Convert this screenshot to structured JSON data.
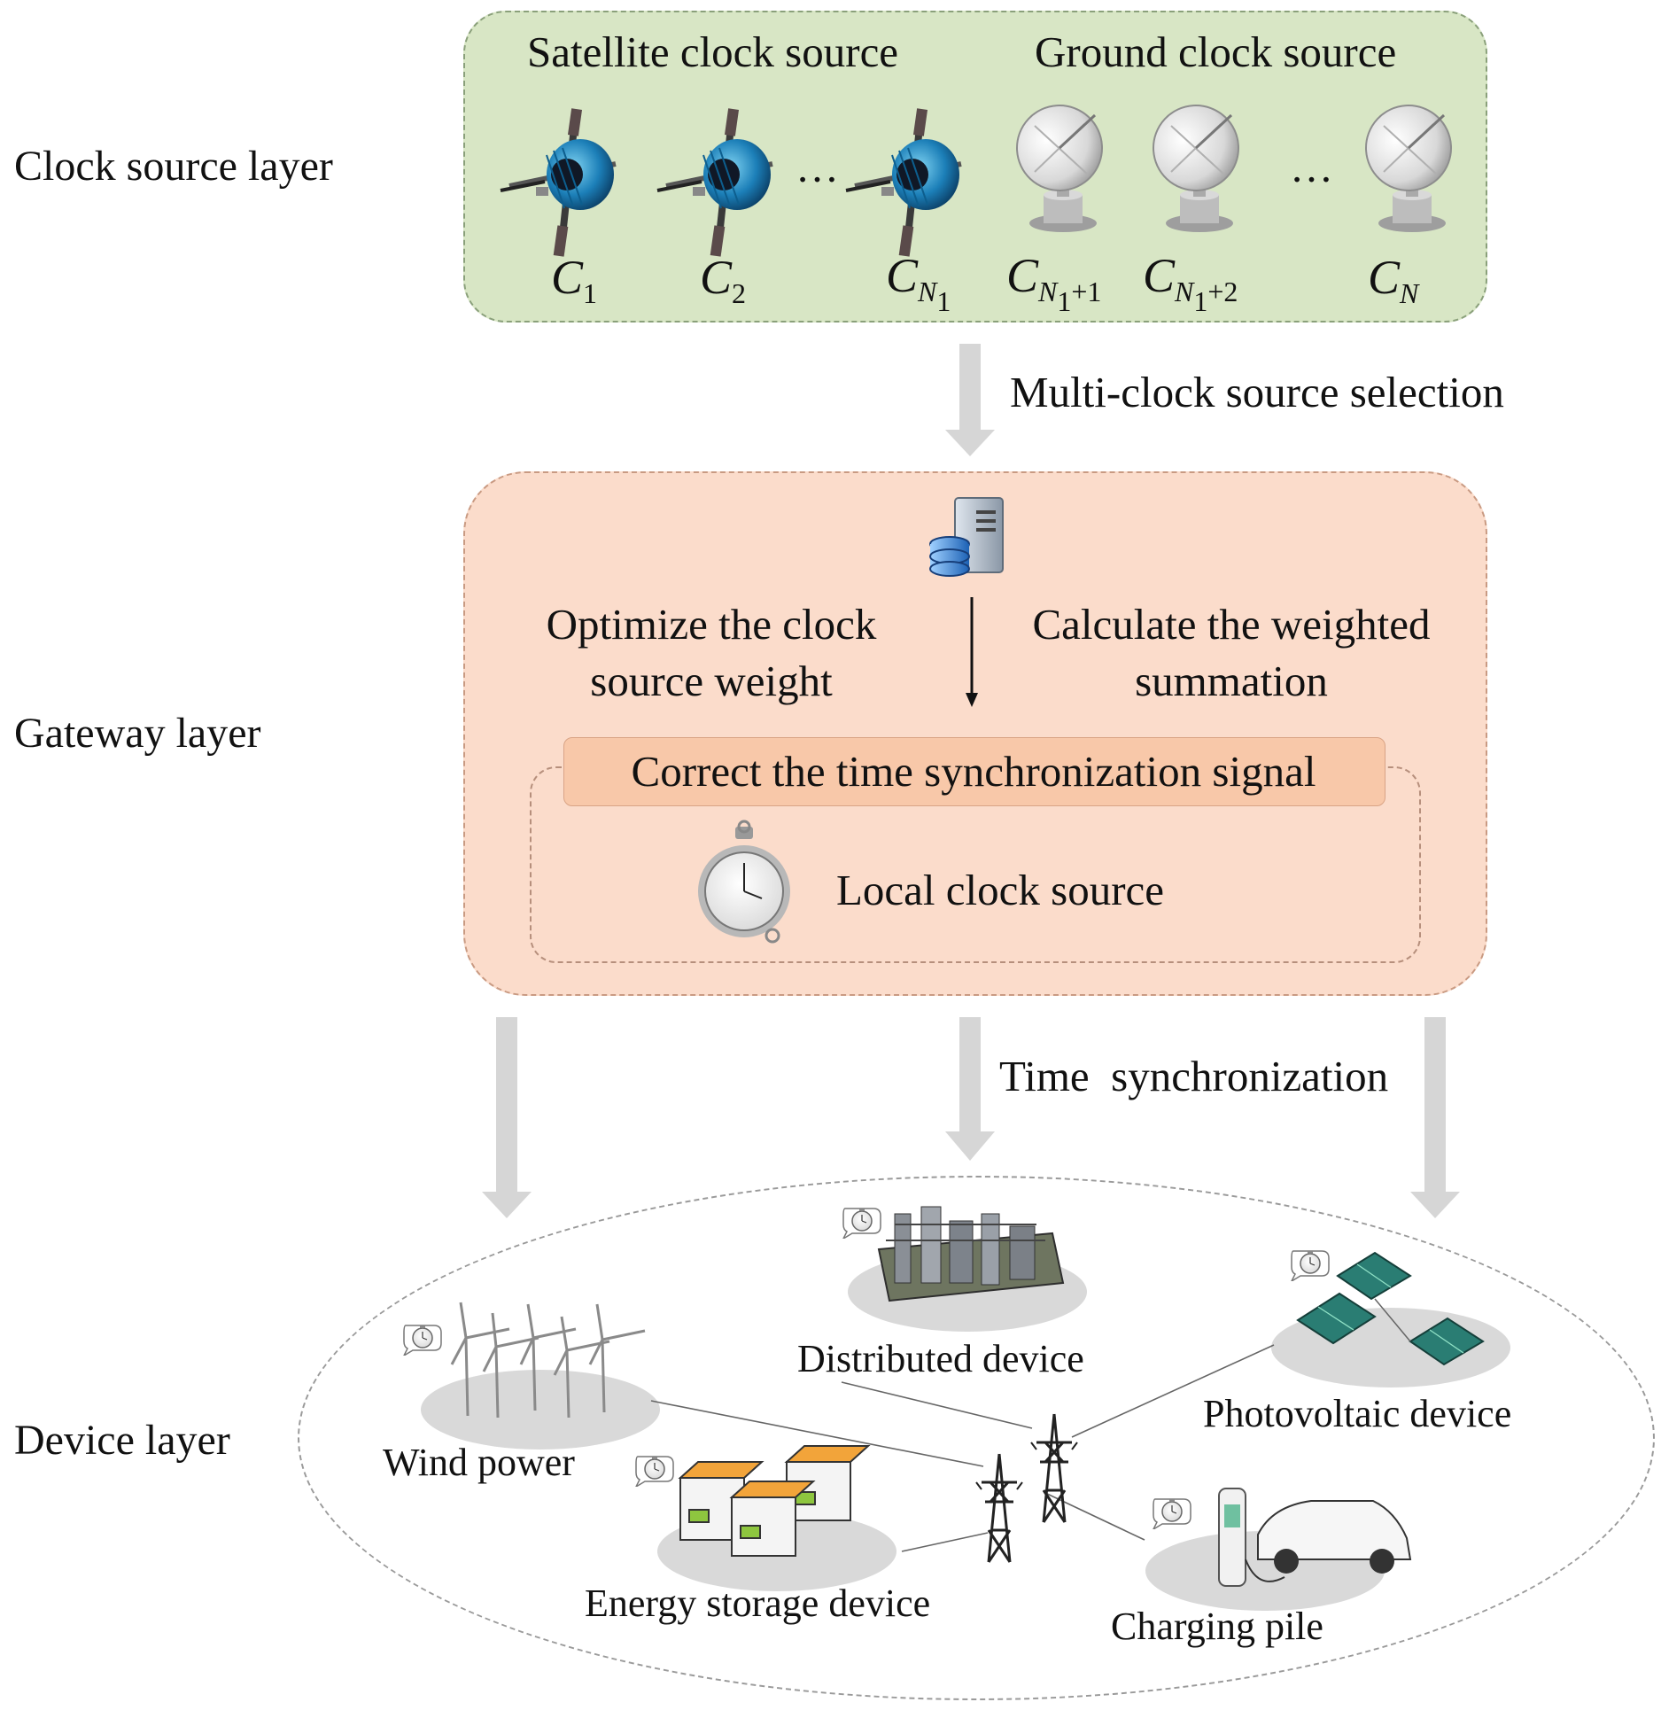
{
  "layers": {
    "clock_source": "Clock source layer",
    "gateway": "Gateway layer",
    "device": "Device layer"
  },
  "clock_source": {
    "satellite_heading": "Satellite clock source",
    "ground_heading": "Ground clock source",
    "ellipsis": "…",
    "labels": {
      "c1": {
        "base": "C",
        "sub": "1"
      },
      "c2": {
        "base": "C",
        "sub": "2"
      },
      "cn1": {
        "base": "C",
        "sub_base": "N",
        "sub_sub": "1"
      },
      "cn1p1": {
        "base": "C",
        "sub_base": "N",
        "sub_sub": "1",
        "sub_tail": "+1"
      },
      "cn1p2": {
        "base": "C",
        "sub_base": "N",
        "sub_sub": "1",
        "sub_tail": "+2"
      },
      "cn": {
        "base": "C",
        "sub": "N"
      }
    }
  },
  "flows": {
    "selection": "Multi-clock source selection",
    "time_sync": "Time  synchronization"
  },
  "gateway": {
    "optimize_line1": "Optimize the clock",
    "optimize_line2": "source weight",
    "calculate_line1": "Calculate the weighted",
    "calculate_line2": "summation",
    "correct": "Correct the time synchronization signal",
    "local_clock": "Local clock source"
  },
  "devices": {
    "distributed": "Distributed device",
    "wind": "Wind power",
    "photovoltaic": "Photovoltaic device",
    "energy_storage": "Energy storage device",
    "charging": "Charging pile"
  },
  "colors": {
    "clock_panel": "#d8e6c5",
    "gateway_panel": "#fbdccb",
    "correct_box": "#f8c8a9",
    "flow_arrow": "#d6d6d6",
    "platform": "#d9d9d9"
  }
}
